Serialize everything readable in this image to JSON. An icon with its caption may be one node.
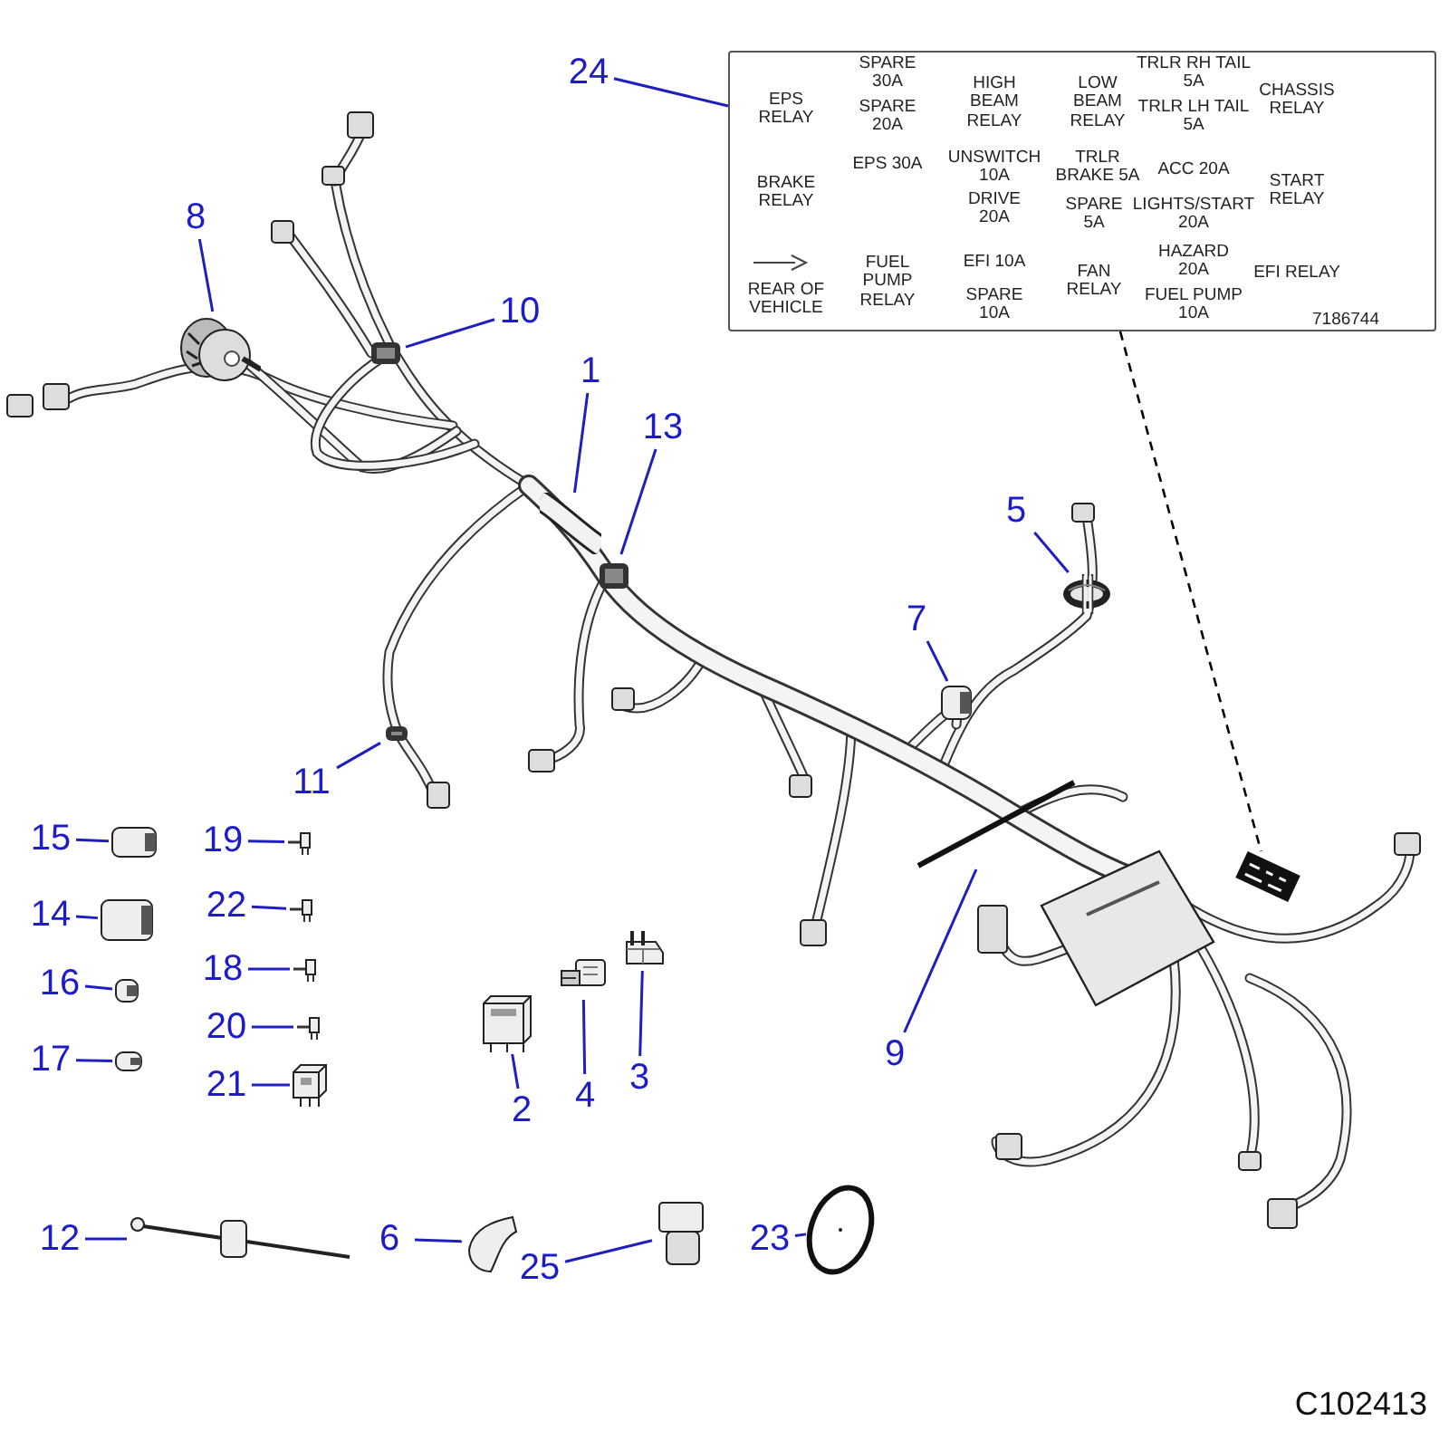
{
  "diagram": {
    "nodes": [
      {
        "text": [
          "EPS RELAY",
          "BRAKE RELAY",
          "REAR OF VEHICLE",
          "SPARE 30A",
          "SPARE 20A",
          "EPS 30A",
          "FUEL PUMP RELAY",
          "HIGH BEAM RELAY",
          "UNSWITCH 10A",
          "DRIVE 20A",
          "EFI 10A",
          "SPARE 10A",
          "LOW BEAM RELAY",
          "TRLR BRAKE 5A",
          "SPARE 5A",
          "FAN RELAY",
          "TRLR RH TAIL 5A",
          "TRLR LH TAIL 5A",
          "ACC 20A",
          "LIGHTS/START 20A",
          "HAZARD 20A",
          "FUEL PUMP 10A",
          "CHASSIS RELAY",
          "START RELAY",
          "EFI RELAY",
          "7186744"
        ]
      },
      {
        "text": [
          "24"
        ]
      },
      {
        "text": [],
        "shape": "picture"
      },
      {
        "text": [
          "8"
        ]
      },
      {
        "text": [],
        "shape": "picture"
      },
      {
        "text": [
          "10"
        ]
      },
      {
        "text": [],
        "shape": "picture"
      },
      {
        "text": [
          "1"
        ]
      },
      {
        "text": [
          "13"
        ]
      },
      {
        "text": [],
        "shape": "picture"
      },
      {
        "text": [
          "5"
        ]
      },
      {
        "text": [],
        "shape": "picture"
      },
      {
        "text": [
          "7"
        ]
      },
      {
        "text": [],
        "shape": "picture"
      },
      {
        "text": [
          "11"
        ]
      },
      {
        "text": [],
        "shape": "picture"
      },
      {
        "text": [
          "9"
        ]
      },
      {
        "text": [],
        "shape": "picture"
      },
      {
        "text": [],
        "shape": "picture"
      },
      {
        "text": [
          "15"
        ]
      },
      {
        "text": [],
        "shape": "picture"
      },
      {
        "text": [
          "19"
        ]
      },
      {
        "text": [],
        "shape": "picture"
      },
      {
        "text": [
          "14"
        ]
      },
      {
        "text": [],
        "shape": "picture"
      },
      {
        "text": [
          "22"
        ]
      },
      {
        "text": [],
        "shape": "picture"
      },
      {
        "text": [
          "18"
        ]
      },
      {
        "text": [],
        "shape": "picture"
      },
      {
        "text": [
          "16"
        ]
      },
      {
        "text": [],
        "shape": "picture"
      },
      {
        "text": [
          "20"
        ]
      },
      {
        "text": [],
        "shape": "picture"
      },
      {
        "text": [
          "17"
        ]
      },
      {
        "text": [],
        "shape": "picture"
      },
      {
        "text": [
          "21"
        ]
      },
      {
        "text": [],
        "shape": "picture"
      },
      {
        "text": [
          "2"
        ]
      },
      {
        "text": [],
        "shape": "picture"
      },
      {
        "text": [
          "4"
        ]
      },
      {
        "text": [],
        "shape": "picture"
      },
      {
        "text": [
          "3"
        ]
      },
      {
        "text": [],
        "shape": "picture"
      },
      {
        "text": [
          "12"
        ]
      },
      {
        "text": [],
        "shape": "picture"
      },
      {
        "text": [
          "6"
        ]
      },
      {
        "text": [],
        "shape": "picture"
      },
      {
        "text": [
          "25"
        ]
      },
      {
        "text": [],
        "shape": "picture"
      },
      {
        "text": [
          "23"
        ]
      },
      {
        "text": [],
        "shape": "picture"
      }
    ],
    "edges": [
      {
        "from": 1,
        "to": 0,
        "arrow": "none"
      },
      {
        "from": 3,
        "to": 4,
        "arrow": "none"
      },
      {
        "from": 5,
        "to": 6,
        "arrow": "none"
      },
      {
        "from": 7,
        "to": 2,
        "arrow": "none"
      },
      {
        "from": 8,
        "to": 9,
        "arrow": "none"
      },
      {
        "from": 10,
        "to": 11,
        "arrow": "none"
      },
      {
        "from": 12,
        "to": 13,
        "arrow": "none"
      },
      {
        "from": 14,
        "to": 15,
        "arrow": "none"
      },
      {
        "from": 16,
        "to": 17,
        "arrow": "none"
      },
      {
        "from": 0,
        "to": 18,
        "arrow": "none",
        "style": "dashed",
        "color": "#000000"
      },
      {
        "from": 19,
        "to": 20,
        "arrow": "none"
      },
      {
        "from": 21,
        "to": 22,
        "arrow": "none"
      },
      {
        "from": 23,
        "to": 24,
        "arrow": "none"
      },
      {
        "from": 25,
        "to": 26,
        "arrow": "none"
      },
      {
        "from": 27,
        "to": 28,
        "arrow": "none"
      },
      {
        "from": 29,
        "to": 30,
        "arrow": "none"
      },
      {
        "from": 31,
        "to": 32,
        "arrow": "none"
      },
      {
        "from": 33,
        "to": 34,
        "arrow": "none"
      },
      {
        "from": 35,
        "to": 36,
        "arrow": "none"
      },
      {
        "from": 37,
        "to": 38,
        "arrow": "none"
      },
      {
        "from": 39,
        "to": 40,
        "arrow": "none"
      },
      {
        "from": 41,
        "to": 42,
        "arrow": "none"
      },
      {
        "from": 43,
        "to": 44,
        "arrow": "none"
      },
      {
        "from": 45,
        "to": 46,
        "arrow": "none"
      },
      {
        "from": 47,
        "to": 48,
        "arrow": "none"
      },
      {
        "from": 49,
        "to": 50,
        "arrow": "none"
      }
    ],
    "labels": [
      "C102413"
    ]
  }
}
